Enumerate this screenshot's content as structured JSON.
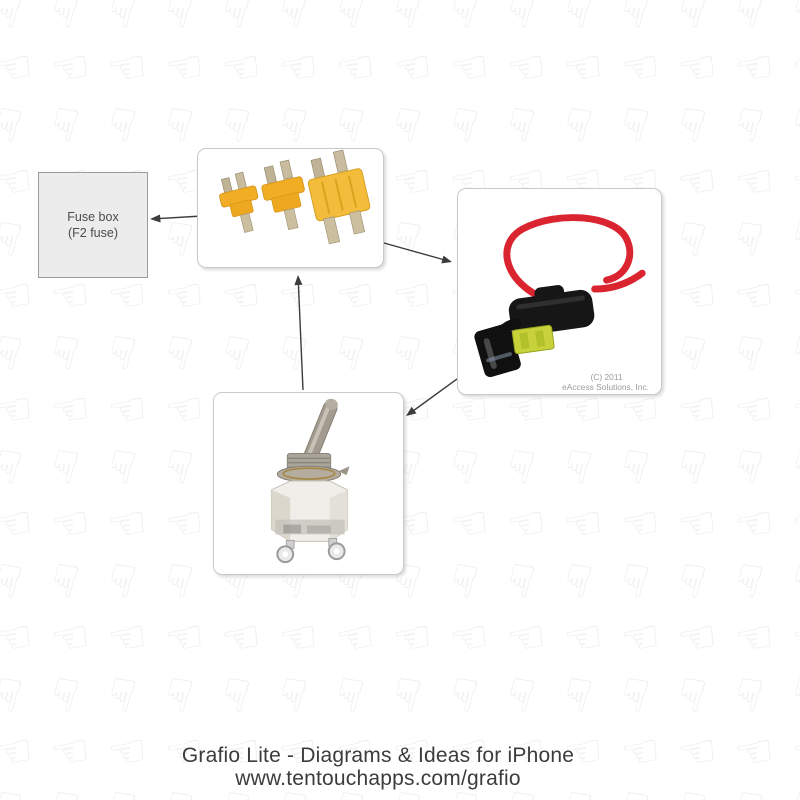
{
  "canvas": {
    "background": "#ffffff",
    "watermark": {
      "glyph_row_a": "☟",
      "glyph_row_b": "☜",
      "color": "#efefef"
    }
  },
  "diagram": {
    "nodes": {
      "fuse_box": {
        "label_line1": "Fuse box",
        "label_line2": "(F2 fuse)"
      },
      "blade_fuses": {
        "image": "blade-fuses-image"
      },
      "inline_fuse_holder": {
        "image": "inline-fuse-holder-image",
        "credit_line1": "(C) 2011",
        "credit_line2": "eAccess Solutions, Inc."
      },
      "toggle_switch": {
        "image": "toggle-switch-image"
      }
    },
    "connections": [
      {
        "from": "blade_fuses",
        "to": "fuse_box"
      },
      {
        "from": "blade_fuses",
        "to": "inline_fuse_holder"
      },
      {
        "from": "inline_fuse_holder",
        "to": "toggle_switch"
      },
      {
        "from": "toggle_switch",
        "to": "blade_fuses"
      }
    ],
    "colors": {
      "arrow": "#3c3c3c",
      "node_fill": "#ececec",
      "node_border": "#9b9b9b",
      "fuse_yellow": "#f1ae25",
      "wire_red": "#da2430",
      "holder_black": "#161616",
      "fuse_green": "#c8d23b"
    }
  },
  "footer": {
    "line1": "Grafio Lite - Diagrams & Ideas for iPhone",
    "line2": "www.tentouchapps.com/grafio"
  }
}
